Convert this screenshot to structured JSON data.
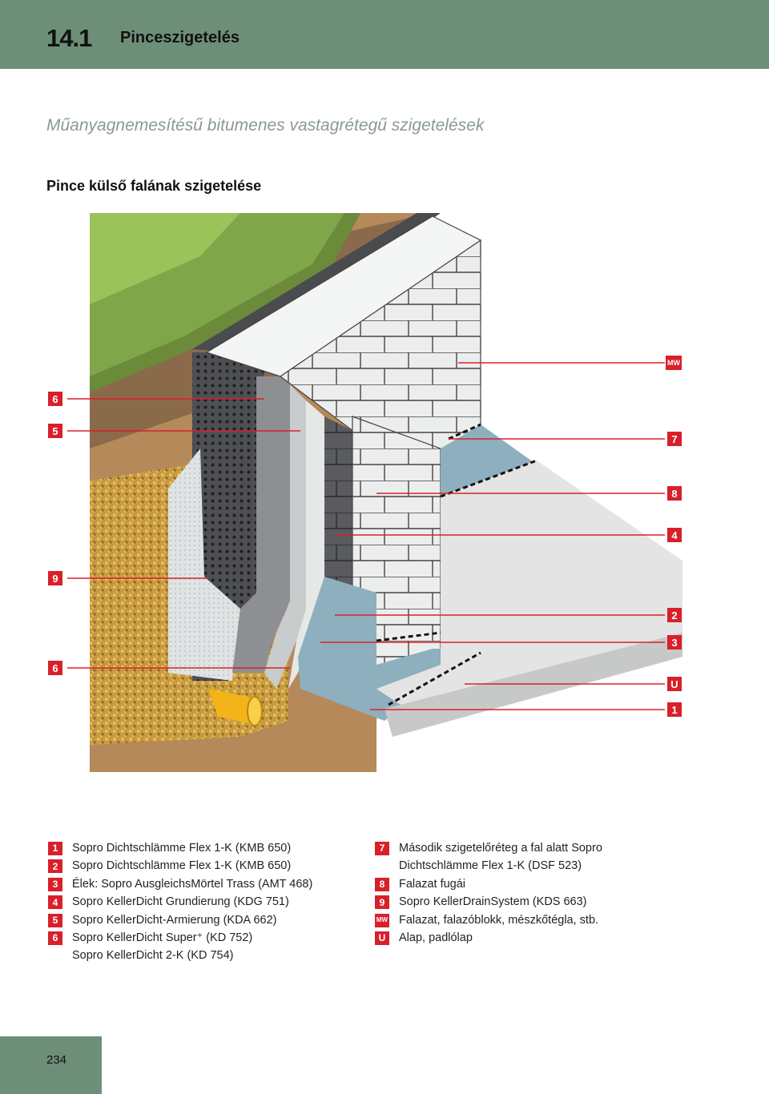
{
  "header": {
    "section_number": "14.1",
    "section_title": "Pinceszigetelés"
  },
  "subtitle": "Műanyagnemesítésű bitumenes vastagrétegű szigetelések",
  "subheading": "Pince külső falának szigetelése",
  "callouts_left": [
    "6",
    "5",
    "9",
    "6"
  ],
  "callouts_right": [
    "MW",
    "7",
    "8",
    "4",
    "2",
    "3",
    "U",
    "1"
  ],
  "legend_left": [
    {
      "tag": "1",
      "text": "Sopro Dichtschlämme Flex 1-K (KMB 650)"
    },
    {
      "tag": "2",
      "text": "Sopro Dichtschlämme Flex 1-K (KMB 650)"
    },
    {
      "tag": "3",
      "text": "Élek: Sopro AusgleichsMörtel Trass (AMT 468)"
    },
    {
      "tag": "4",
      "text": "Sopro KellerDicht Grundierung (KDG 751)"
    },
    {
      "tag": "5",
      "text": "Sopro KellerDicht-Armierung (KDA 662)"
    },
    {
      "tag": "6",
      "text": "Sopro KellerDicht Super⁺ (KD 752)"
    },
    {
      "tag": "",
      "text": "Sopro KellerDicht 2-K  (KD 754)"
    }
  ],
  "legend_right": [
    {
      "tag": "7",
      "text": "Második szigetelőréteg a fal alatt Sopro"
    },
    {
      "tag": "",
      "text": "Dichtschlämme Flex 1-K (DSF 523)"
    },
    {
      "tag": "8",
      "text": "Falazat fugái"
    },
    {
      "tag": "9",
      "text": "Sopro KellerDrainSystem (KDS 663)"
    },
    {
      "tag": "MW",
      "text": "Falazat, falazóblokk, mészkőtégla, stb."
    },
    {
      "tag": "U",
      "text": "Alap, padlólap"
    }
  ],
  "page_number": "234",
  "colors": {
    "accent": "#d8202a",
    "band": "#6d8f78",
    "subtitle": "#8a9a8e"
  }
}
